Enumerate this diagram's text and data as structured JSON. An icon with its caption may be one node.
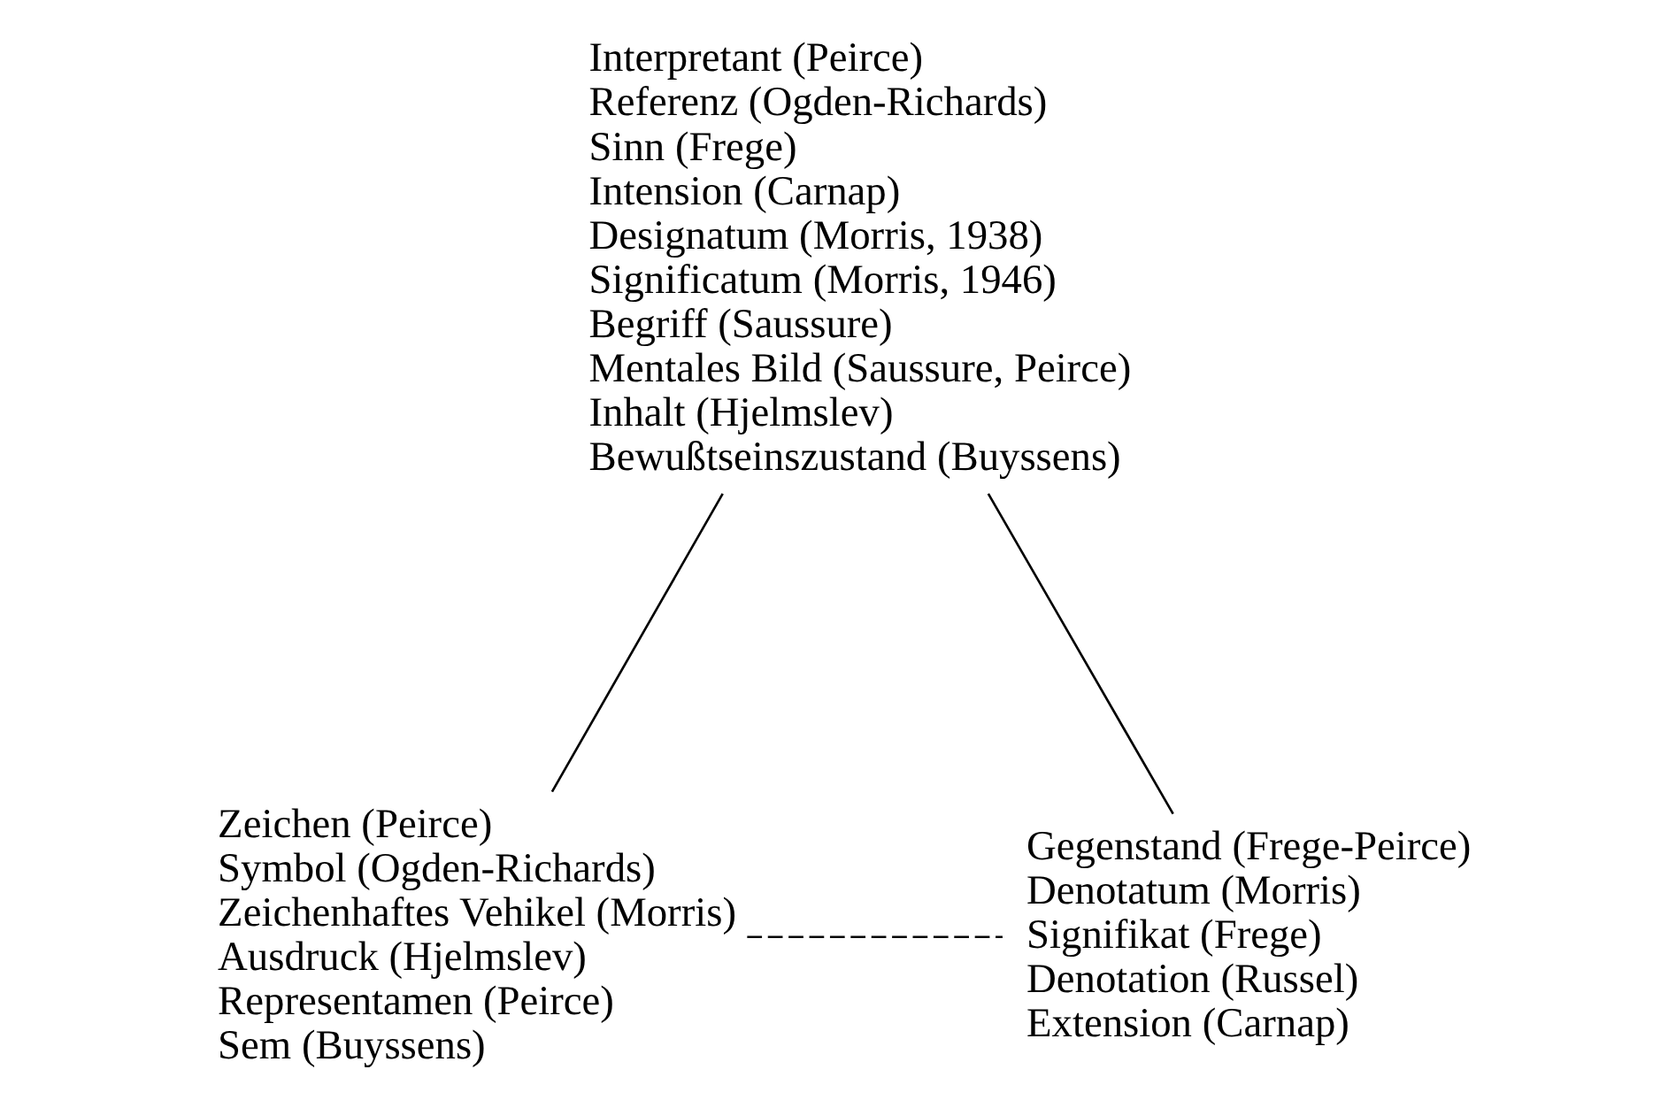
{
  "diagram": {
    "nodes": [
      {
        "text": [
          "Interpretant (Peirce)",
          "Referenz (Ogden-Richards)",
          "Sinn (Frege)",
          "Intension (Carnap)",
          "Designatum (Morris, 1938)",
          "Significatum (Morris, 1946)",
          "Begriff (Saussure)",
          "Mentales Bild (Saussure, Peirce)",
          "Inhalt (Hjelmslev)",
          "Bewußtseinszustand (Buyssens)"
        ]
      },
      {
        "text": [
          "Zeichen (Peirce)",
          "Symbol (Ogden-Richards)",
          "Zeichenhaftes Vehikel (Morris)",
          "Ausdruck (Hjelmslev)",
          "Representamen (Peirce)",
          "Sem (Buyssens)"
        ]
      },
      {
        "text": [
          "Gegenstand (Frege-Peirce)",
          "Denotatum (Morris)",
          "Signifikat (Frege)",
          "Denotation (Russel)",
          "Extension (Carnap)"
        ]
      }
    ],
    "edges": [
      {
        "from": 0,
        "to": 1,
        "arrow": "none"
      },
      {
        "from": 0,
        "to": 2,
        "arrow": "none"
      },
      {
        "from": 1,
        "to": 2,
        "arrow": "none",
        "style": "dashed"
      }
    ]
  }
}
